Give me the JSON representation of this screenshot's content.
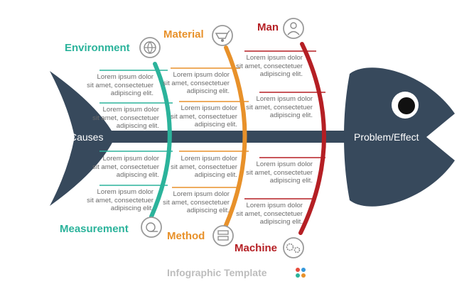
{
  "labels": {
    "causes": "Causes",
    "effect": "Problem/Effect",
    "footer": "Infographic Template"
  },
  "categories": {
    "environment": {
      "label": "Environment",
      "color": "#2bb39b",
      "icon": "globe-leaf-icon"
    },
    "material": {
      "label": "Material",
      "color": "#e8912a",
      "icon": "wheelbarrow-icon"
    },
    "man": {
      "label": "Man",
      "color": "#b51f24",
      "icon": "person-icon"
    },
    "measurement": {
      "label": "Measurement",
      "color": "#2bb39b",
      "icon": "tape-measure-icon"
    },
    "method": {
      "label": "Method",
      "color": "#e8912a",
      "icon": "process-icon"
    },
    "machine": {
      "label": "Machine",
      "color": "#b51f24",
      "icon": "gears-icon"
    }
  },
  "lorem": {
    "l1": "Lorem ipsum dolor",
    "l2": "sit amet, consectetuer",
    "l3": "adipiscing elit."
  },
  "fish_color": "#37495c",
  "footer_dots": [
    "#e74c3c",
    "#3498db",
    "#2bb39b",
    "#e8912a"
  ]
}
